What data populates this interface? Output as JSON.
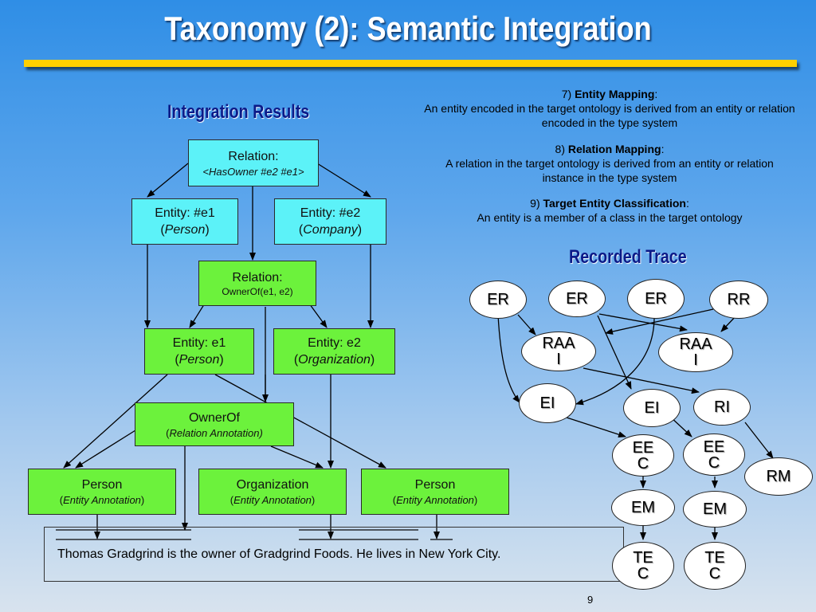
{
  "title": "Taxonomy (2): Semantic Integration",
  "headings": {
    "integration_results": "Integration Results",
    "recorded_trace": "Recorded Trace"
  },
  "boxes": {
    "relation_top": {
      "line1": "Relation:",
      "line2": "<HasOwner #e2 #e1>"
    },
    "entity_e1_top": {
      "line1": "Entity: #e1",
      "pre": "(",
      "italic": "Person",
      "post": ")"
    },
    "entity_e2_top": {
      "line1": "Entity: #e2",
      "pre": "(",
      "italic": "Company",
      "post": ")"
    },
    "relation_mid": {
      "line1": "Relation:",
      "line2": "OwnerOf(e1, e2)"
    },
    "entity_e1": {
      "line1": "Entity: e1",
      "pre": "(",
      "italic": "Person",
      "post": ")"
    },
    "entity_e2": {
      "line1": "Entity: e2",
      "pre": "(",
      "italic": "Organization",
      "post": ")"
    },
    "ownerof": {
      "line1": "OwnerOf",
      "pre": "(",
      "italic": "Relation Annotation)",
      "post": ""
    },
    "person_left": {
      "line1": "Person",
      "pre": "(",
      "italic": "Entity Annotation",
      "post": ")"
    },
    "organization": {
      "line1": "Organization",
      "pre": "(",
      "italic": "Entity Annotation",
      "post": ")"
    },
    "person_right": {
      "line1": "Person",
      "pre": "(",
      "italic": "Entity Annotation",
      "post": ")"
    }
  },
  "sentence": "Thomas Gradgrind is the owner of Gradgrind Foods.  He lives in New York City.",
  "definitions": [
    {
      "num": "7) ",
      "term": "Entity Mapping",
      "colon": ":",
      "text": "An entity encoded in the target ontology is derived from an entity or relation encoded in the type system"
    },
    {
      "num": "8) ",
      "term": "Relation Mapping",
      "colon": ":",
      "text": "A relation in the target ontology is derived from an entity or relation instance in the type system"
    },
    {
      "num": "9) ",
      "term": "Target Entity Classification",
      "colon": ":",
      "text": "An entity is a member of a class in the target ontology"
    }
  ],
  "trace_nodes": {
    "er1": "ER",
    "er2": "ER",
    "er3": "ER",
    "rr": "RR",
    "raai1": "RAAI",
    "raai2": "RAAI",
    "ei1": "EI",
    "ei2": "EI",
    "ri": "RI",
    "eec1": "EEC",
    "eec2": "EEC",
    "rm": "RM",
    "em1": "EM",
    "em2": "EM",
    "tec1": "TEC",
    "tec2": "TEC"
  },
  "page_number": "9"
}
